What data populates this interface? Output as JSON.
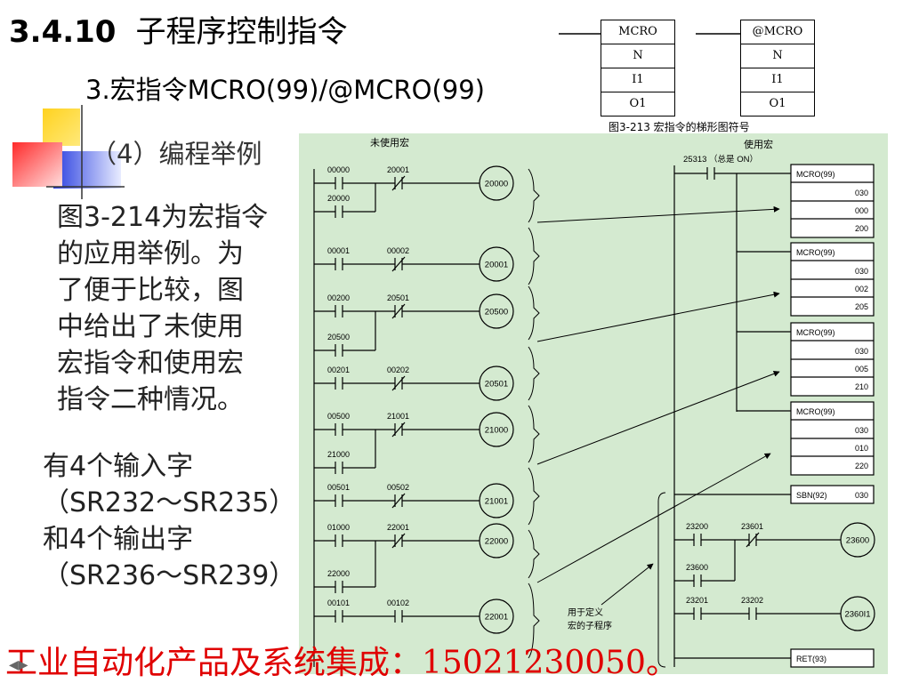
{
  "header": {
    "section_number": "3.4.10",
    "section_title": "子程序控制指令",
    "subtitle": "3.宏指令MCRO(99)/@MCRO(99)",
    "step_label": "（4）编程举例"
  },
  "body_text": {
    "paragraph1": [
      "图3-214为宏指令",
      "的应用举例。为",
      "了便于比较，图",
      "中给出了未使用",
      "宏指令和使用宏",
      "指令二种情况。"
    ],
    "paragraph2": [
      "有4个输入字",
      "（SR232～SR235）",
      "和4个输出字",
      "（SR236～SR239）"
    ]
  },
  "symbol_figure": {
    "boxes": [
      {
        "rows": [
          "MCRO",
          "N",
          "I1",
          "O1"
        ]
      },
      {
        "rows": [
          "@MCRO",
          "N",
          "I1",
          "O1"
        ]
      }
    ],
    "caption": "图3-213   宏指令的梯形图符号"
  },
  "ladder_diagram": {
    "left_title": "未使用宏",
    "right_title": "使用宏",
    "left_rungs": [
      {
        "contacts": [
          "00000",
          "20001"
        ],
        "parallel": "20000",
        "coil": "20000"
      },
      {
        "contacts": [
          "00001",
          "00002"
        ],
        "coil": "20001"
      },
      {
        "contacts": [
          "00200",
          "20501"
        ],
        "parallel": "20500",
        "coil": "20500"
      },
      {
        "contacts": [
          "00201",
          "00202"
        ],
        "coil": "20501"
      },
      {
        "contacts": [
          "00500",
          "21001"
        ],
        "parallel": "21000",
        "coil": "21000"
      },
      {
        "contacts": [
          "00501",
          "00502"
        ],
        "coil": "21001"
      },
      {
        "contacts": [
          "01000",
          "22001"
        ],
        "parallel": "22000",
        "coil": "22000"
      },
      {
        "contacts": [
          "00101",
          "00102"
        ],
        "coil": "22001"
      }
    ],
    "always_on": "25313 （总是 ON）",
    "macro_blocks": [
      {
        "label": "MCRO(99)",
        "values": [
          "030",
          "000",
          "200"
        ]
      },
      {
        "label": "MCRO(99)",
        "values": [
          "030",
          "002",
          "205"
        ]
      },
      {
        "label": "MCRO(99)",
        "values": [
          "030",
          "005",
          "210"
        ]
      },
      {
        "label": "MCRO(99)",
        "values": [
          "030",
          "010",
          "220"
        ]
      }
    ],
    "sbn": {
      "label": "SBN(92)",
      "value": "030"
    },
    "subroutine_rungs": [
      {
        "contacts": [
          "23200",
          "23601"
        ],
        "parallel": "23600",
        "coil": "23600"
      },
      {
        "contacts": [
          "23201",
          "23202"
        ],
        "coil": "2360I1"
      }
    ],
    "ret": "RET(93)",
    "annotation": [
      "用于定义",
      "宏的子程序"
    ]
  },
  "footer": {
    "text": "工业自动化产品及系统集成：15021230050。"
  },
  "colors": {
    "ladder_background": "#d4ead0",
    "footer_text": "#e00000",
    "deco_yellow": "#ffd21f",
    "deco_red": "#ff2a2a",
    "deco_blue": "#2a3fe0"
  }
}
